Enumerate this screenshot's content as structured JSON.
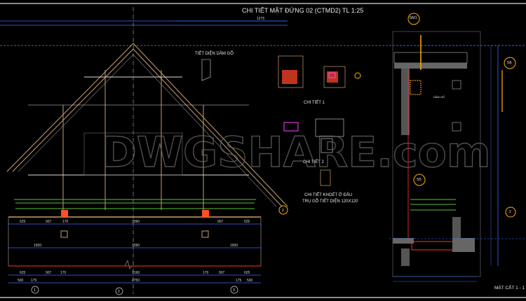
{
  "drawing": {
    "title": "CHI TIẾT MẶT ĐỨNG 02 (CTMD2) TL 1:25",
    "beam_section_title": "TIẾT DIỆN DẦM GỖ",
    "detail_1_title": "CHI TIẾT 1",
    "detail_2_title": "CHI TIẾT 2",
    "notch_detail_line1": "CHI TIẾT KHOÉT Ở ĐẦU",
    "notch_detail_line2": "TRỤ GỖ TIẾT DIỆN 120X120",
    "section_title": "MẶT CẮT 1 - 1",
    "beam_label": "DẦM GỖ",
    "watermark": "DWGSHARE.com",
    "callouts": [
      "5M1",
      "S6",
      "S5",
      "2",
      "2"
    ],
    "grid_axes": [
      "1",
      "2",
      "3"
    ],
    "top_dimension": "1275",
    "dims_upper": [
      "625",
      "907",
      "170",
      "3390",
      "907",
      "625"
    ],
    "dims_mid": [
      "1500",
      "3390",
      "1500"
    ],
    "dims_lower": [
      "625",
      "907",
      "170",
      "3190",
      "170",
      "907",
      "625"
    ],
    "dims_overall": [
      "500",
      "175",
      "4750",
      "175",
      "500"
    ],
    "colors": {
      "background": "#000000",
      "dimension": "#3a6bff",
      "wood": "#c8a070",
      "railing": "#5fbf3a",
      "highlight": "#ff3030",
      "accent": "#ff40ff",
      "callout": "#ffb000"
    }
  }
}
